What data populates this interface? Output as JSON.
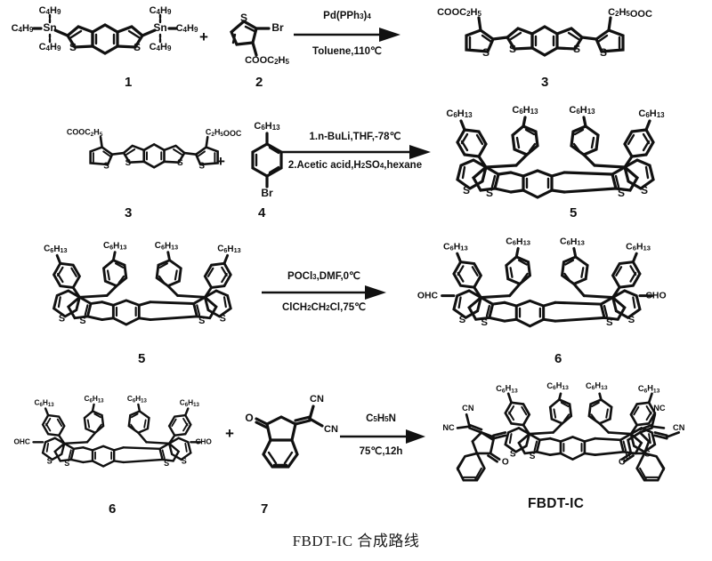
{
  "figure": {
    "caption": "FBDT-IC 合成路线",
    "final_product_name": "FBDT-IC",
    "background_color": "#ffffff",
    "line_color": "#111111"
  },
  "compounds": {
    "c1": {
      "label": "1",
      "substituents": [
        "C4H9",
        "C4H9",
        "C4H9",
        "Sn"
      ]
    },
    "c2": {
      "label": "2",
      "substituents": [
        "S",
        "Br",
        "COOC2H5"
      ]
    },
    "c3": {
      "label": "3",
      "substituents": [
        "COOC2H5",
        "C2H5OOC",
        "S"
      ]
    },
    "c4": {
      "label": "4",
      "substituents": [
        "C6H13",
        "Br"
      ]
    },
    "c5": {
      "label": "5",
      "substituents": [
        "C6H13",
        "C6H13",
        "C6H13",
        "C6H13",
        "S"
      ]
    },
    "c6": {
      "label": "6",
      "substituents": [
        "OHC",
        "CHO",
        "C6H13",
        "S"
      ]
    },
    "c7": {
      "label": "7",
      "substituents": [
        "O",
        "CN",
        "CN"
      ]
    },
    "final": {
      "label": "FBDT-IC",
      "substituents": [
        "NC",
        "CN",
        "O",
        "C6H13",
        "S"
      ]
    }
  },
  "atoms": {
    "S": "S",
    "Sn": "Sn",
    "Br": "Br",
    "O": "O",
    "CN": "CN",
    "NC": "NC",
    "CHO": "CHO",
    "OHC": "OHC",
    "plus": "+"
  },
  "groups": {
    "butyl": "C4H9",
    "hexyl": "C6H13",
    "ester_right": "COOC2H5",
    "ester_left": "C2H5OOC"
  },
  "reactions": [
    {
      "id": "step1",
      "reagents_top": "Pd(PPh3)4",
      "reagents_bottom": "Toluene,110℃",
      "reactants": [
        "1",
        "2"
      ],
      "product": "3"
    },
    {
      "id": "step2",
      "reagents_top": "1.n-BuLi,THF,-78℃",
      "reagents_bottom": "2.Acetic acid,H2SO4,hexane",
      "reactants": [
        "3",
        "4"
      ],
      "product": "5"
    },
    {
      "id": "step3",
      "reagents_top": "POCl3,DMF,0℃",
      "reagents_bottom": "ClCH2CH2Cl,75℃",
      "reactants": [
        "5"
      ],
      "product": "6"
    },
    {
      "id": "step4",
      "reagents_top": "C5H5N",
      "reagents_bottom": "75℃,12h",
      "reactants": [
        "6",
        "7"
      ],
      "product": "FBDT-IC"
    }
  ]
}
